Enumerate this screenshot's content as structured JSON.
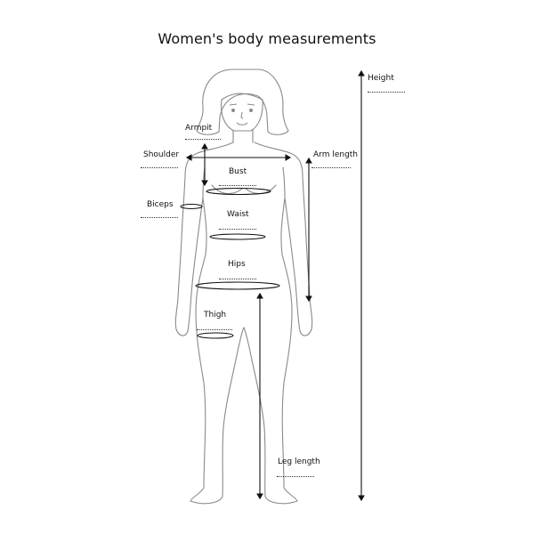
{
  "title": "Women's body measurements",
  "labels": {
    "height": "Height",
    "armpit": "Armpit",
    "shoulder": "Shoulder",
    "arm_length": "Arm length",
    "bust": "Bust",
    "biceps": "Biceps",
    "waist": "Waist",
    "hips": "Hips",
    "thigh": "Thigh",
    "leg_length": "Leg length"
  },
  "colors": {
    "outline": "#8a8a8a",
    "arrow": "#111111",
    "text": "#111111"
  }
}
